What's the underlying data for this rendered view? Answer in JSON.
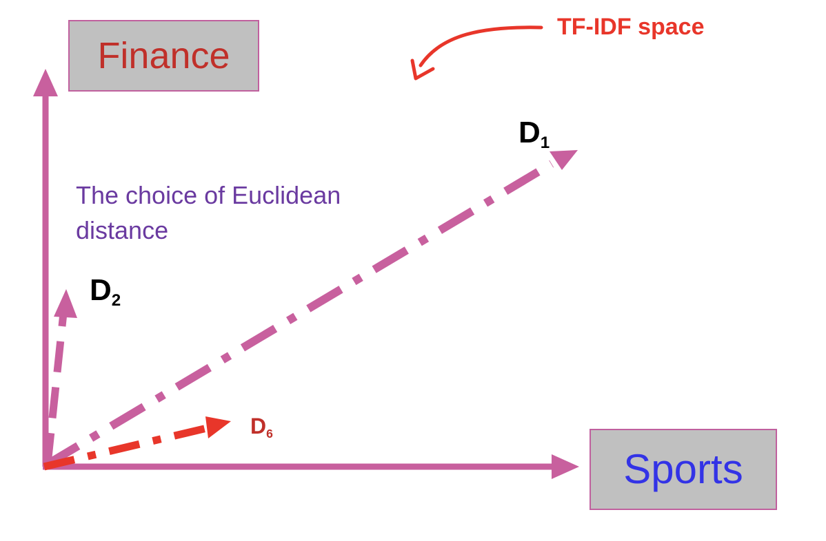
{
  "axes": {
    "y_label": "Finance",
    "x_label": "Sports"
  },
  "space_label": "TF-IDF space",
  "note": "The choice of Euclidean distance",
  "vectors": [
    {
      "id": "d1",
      "label": "D",
      "subscript": "1"
    },
    {
      "id": "d2",
      "label": "D",
      "subscript": "2"
    },
    {
      "id": "d6",
      "label": "D",
      "subscript": "6"
    }
  ],
  "colors": {
    "axis": "#c8609e",
    "finance_text": "#c0302a",
    "sports_text": "#3333e6",
    "space_label": "#e8362a",
    "note_text": "#6a3aa0",
    "box_fill": "#c0c0c0",
    "d6_vector": "#e8362a"
  }
}
